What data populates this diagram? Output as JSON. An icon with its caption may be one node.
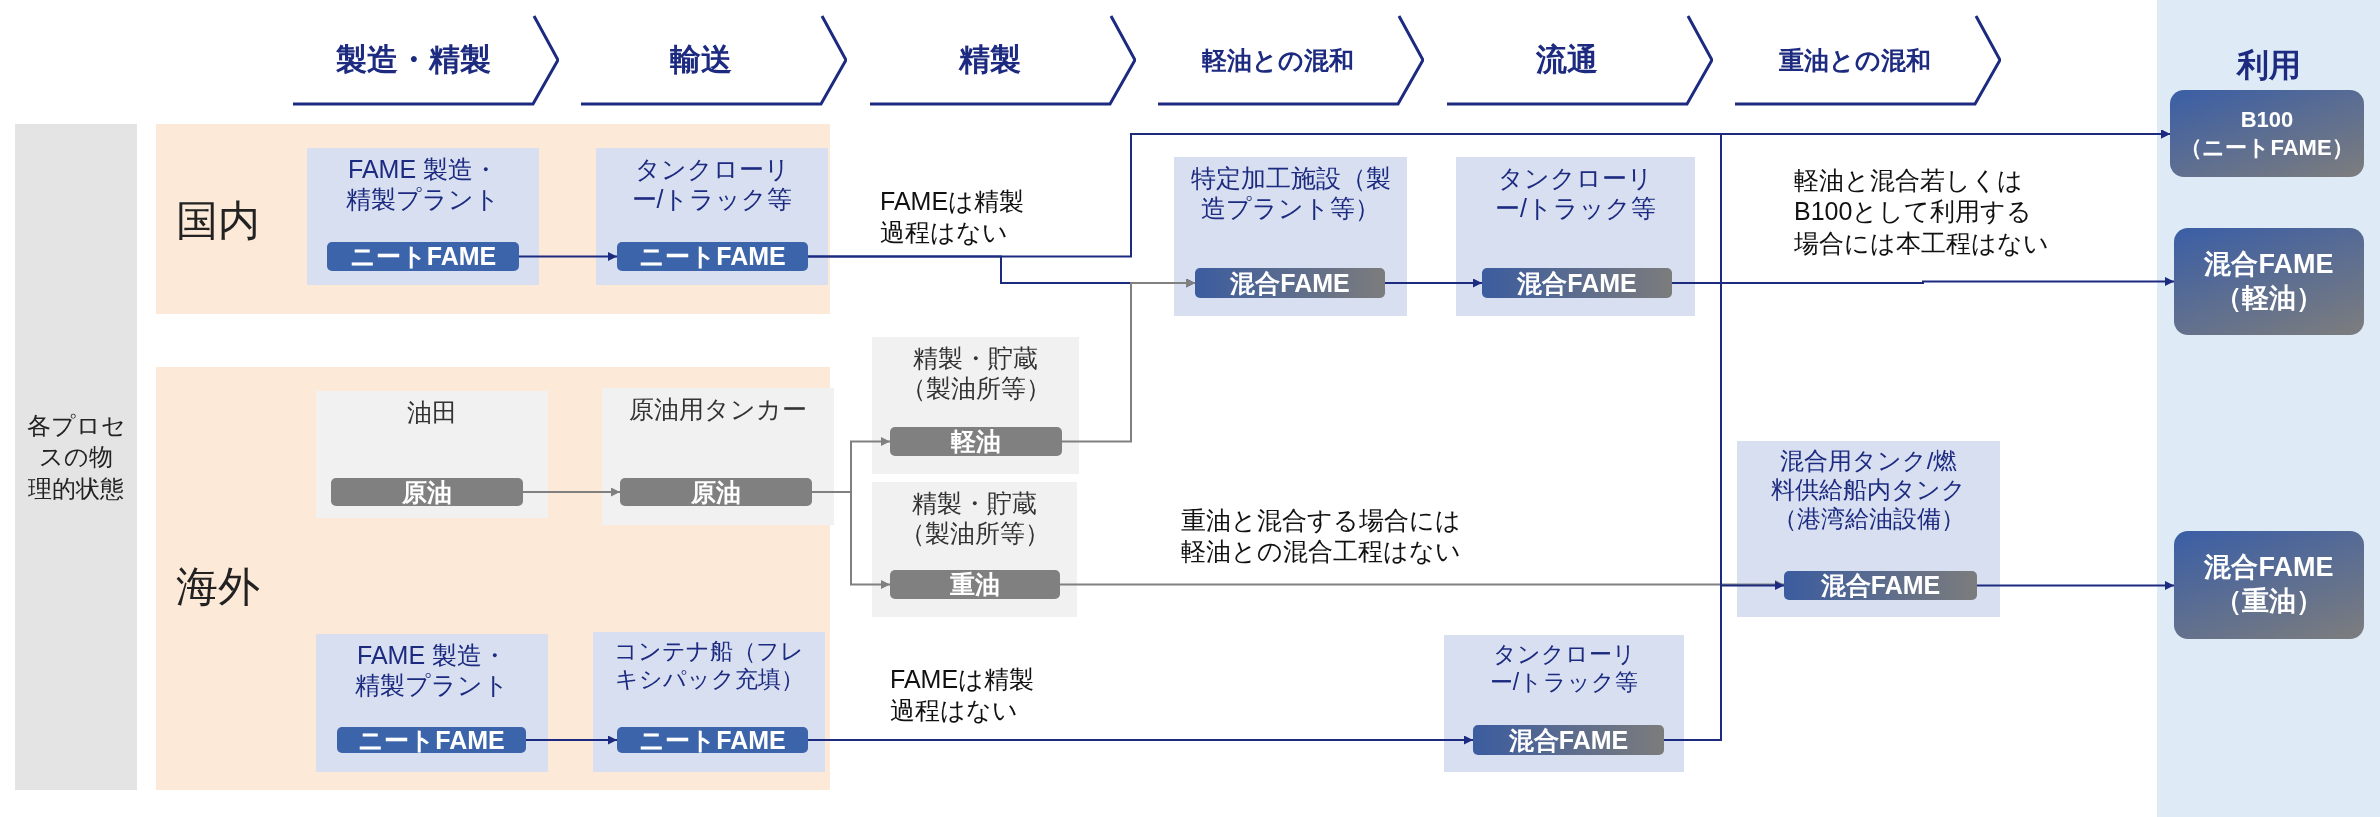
{
  "diagram": {
    "nodes": [
      {
        "text": [
          "製造・精製"
        ]
      },
      {
        "text": [
          "輸送"
        ]
      },
      {
        "text": [
          "精製"
        ]
      },
      {
        "text": [
          "軽油との混和"
        ]
      },
      {
        "text": [
          "流通"
        ]
      },
      {
        "text": [
          "重油との混和"
        ]
      },
      {
        "text": [
          "利用"
        ]
      },
      {
        "text": [
          "B100 （ニートFAME）"
        ],
        "in": 6
      },
      {
        "text": [
          "混合FAME （軽油）"
        ],
        "in": 6
      },
      {
        "text": [
          "混合FAME （重油）"
        ],
        "in": 6
      },
      {
        "text": [
          "各プロセスの物理的状態"
        ]
      },
      {
        "text": [
          "国内"
        ]
      },
      {
        "text": [
          "FAME 製造・精製プラント"
        ],
        "in": 11
      },
      {
        "text": [
          "ニートFAME"
        ],
        "in": 12
      },
      {
        "text": [
          "タンクローリー/トラック等"
        ],
        "in": 11
      },
      {
        "text": [
          "ニートFAME"
        ],
        "in": 14
      },
      {
        "text": [
          "特定加工施設（製造プラント等）"
        ]
      },
      {
        "text": [
          "混合FAME"
        ],
        "in": 16
      },
      {
        "text": [
          "タンクローリー/トラック等"
        ]
      },
      {
        "text": [
          "混合FAME"
        ],
        "in": 18
      },
      {
        "text": [
          "海外"
        ]
      },
      {
        "text": [
          "油田"
        ],
        "in": 20
      },
      {
        "text": [
          "原油"
        ],
        "in": 21
      },
      {
        "text": [
          "原油用タンカー"
        ],
        "in": 20
      },
      {
        "text": [
          "原油"
        ],
        "in": 23
      },
      {
        "text": [
          "精製・貯蔵（製油所等）"
        ]
      },
      {
        "text": [
          "軽油"
        ],
        "in": 25
      },
      {
        "text": [
          "精製・貯蔵（製油所等）"
        ]
      },
      {
        "text": [
          "重油"
        ],
        "in": 27
      },
      {
        "text": [
          "混合用タンク/燃料供給船内タンク（港湾給油設備）"
        ]
      },
      {
        "text": [
          "混合FAME"
        ],
        "in": 29
      },
      {
        "text": [
          "FAME 製造・精製プラント"
        ],
        "in": 20
      },
      {
        "text": [
          "ニートFAME"
        ],
        "in": 31
      },
      {
        "text": [
          "コンテナ船（フレキシパック充填）"
        ],
        "in": 20
      },
      {
        "text": [
          "ニートFAME"
        ],
        "in": 33
      },
      {
        "text": [
          "タンクローリー/トラック等"
        ]
      },
      {
        "text": [
          "混合FAME"
        ],
        "in": 35
      }
    ],
    "edges": [
      {
        "from": 13,
        "to": 15,
        "arrow": "to"
      },
      {
        "from": 15,
        "to": 7,
        "arrow": "to"
      },
      {
        "from": 15,
        "to": 17,
        "arrow": "to"
      },
      {
        "from": 26,
        "to": 17,
        "arrow": "to",
        "color": "#808080"
      },
      {
        "from": 17,
        "to": 19,
        "arrow": "to"
      },
      {
        "from": 19,
        "to": 8,
        "arrow": "to"
      },
      {
        "from": 22,
        "to": 24,
        "arrow": "to",
        "color": "#808080"
      },
      {
        "from": 24,
        "to": 26,
        "arrow": "to",
        "color": "#808080"
      },
      {
        "from": 24,
        "to": 28,
        "arrow": "to",
        "color": "#808080"
      },
      {
        "from": 28,
        "to": 30,
        "arrow": "to",
        "color": "#808080"
      },
      {
        "from": 32,
        "to": 34,
        "arrow": "to"
      },
      {
        "from": 34,
        "to": 36,
        "arrow": "to"
      },
      {
        "from": 36,
        "to": 7,
        "arrow": "to"
      },
      {
        "from": 36,
        "to": 30,
        "arrow": "to"
      },
      {
        "from": 30,
        "to": 9,
        "arrow": "to"
      }
    ],
    "labels": [
      "FAMEは精製過程はない",
      "軽油と混合若しくはB100として利用する場合には本工程はない",
      "重油と混合する場合には軽油との混合工程はない",
      "FAMEは精製過程はない"
    ]
  }
}
